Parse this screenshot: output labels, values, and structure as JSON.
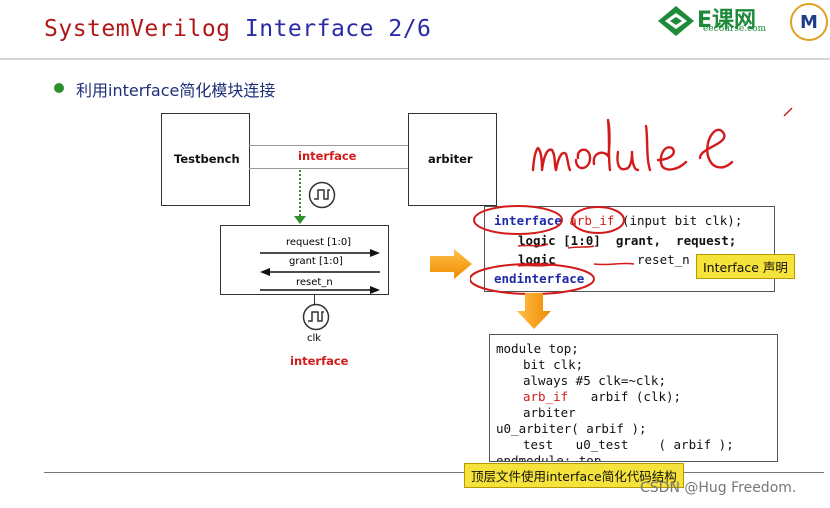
{
  "slide": {
    "title_part1": "SystemVerilog",
    "title_part2": "Interface 2/6",
    "bullet": "利用interface简化模块连接"
  },
  "logo": {
    "main": "E课网",
    "sub": "eecourse.com",
    "badge": "M"
  },
  "diagram": {
    "testbench": "Testbench",
    "arbiter": "arbiter",
    "interface_top": "interface",
    "signals": [
      "request [1:0]",
      "grant [1:0]",
      "reset_n"
    ],
    "clk": "clk",
    "interface_bottom": "interface"
  },
  "code_top": {
    "line1_kw": "interface",
    "line1_name": "arb_if",
    "line1_rest": "(input bit clk);",
    "line2": "logic [1:0]  grant,  request;",
    "line3_kw": "logic",
    "line3_rest": "reset_n",
    "line4": "endinterface"
  },
  "label_interface": "Interface 声明",
  "code_bottom": {
    "l1": "module top;",
    "l2": "bit clk;",
    "l3": "always #5 clk=~clk;",
    "l4_type": "arb_if",
    "l4_rest": "arbif (clk);",
    "l5": "arbiter",
    "l6": "u0_arbiter( arbif );",
    "l7": "test   u0_test    ( arbif );",
    "l8": "endmodule: top"
  },
  "label_top": "顶层文件使用interface简化代码结构",
  "handwriting": "module",
  "watermark": "CSDN @Hug Freedom."
}
